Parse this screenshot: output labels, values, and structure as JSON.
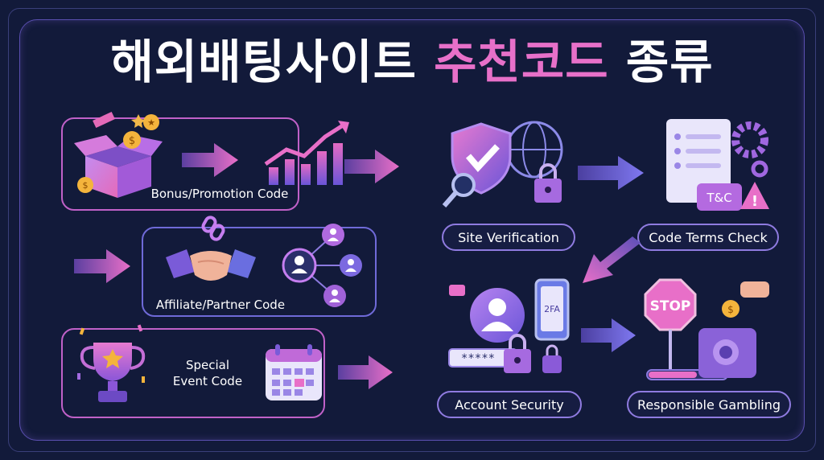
{
  "title": {
    "part1": "해외배팅사이트",
    "part2": "추천코드",
    "part3": "종류"
  },
  "codes": {
    "bonus": "Bonus/Promotion Code",
    "affiliate": "Affiliate/Partner Code",
    "special_line1": "Special",
    "special_line2": "Event Code"
  },
  "checks": {
    "site_verification": "Site Verification",
    "code_terms": "Code Terms Check",
    "account_security": "Account Security",
    "responsible_gambling": "Responsible Gambling"
  },
  "icon_text": {
    "tc": "T&C",
    "twofa": "2FA",
    "password": "*****",
    "stop": "STOP"
  },
  "colors": {
    "background": "#121a3a",
    "accent_pink": "#e770c9",
    "accent_purple": "#8b5fd6",
    "accent_blue": "#6f6ad8"
  }
}
